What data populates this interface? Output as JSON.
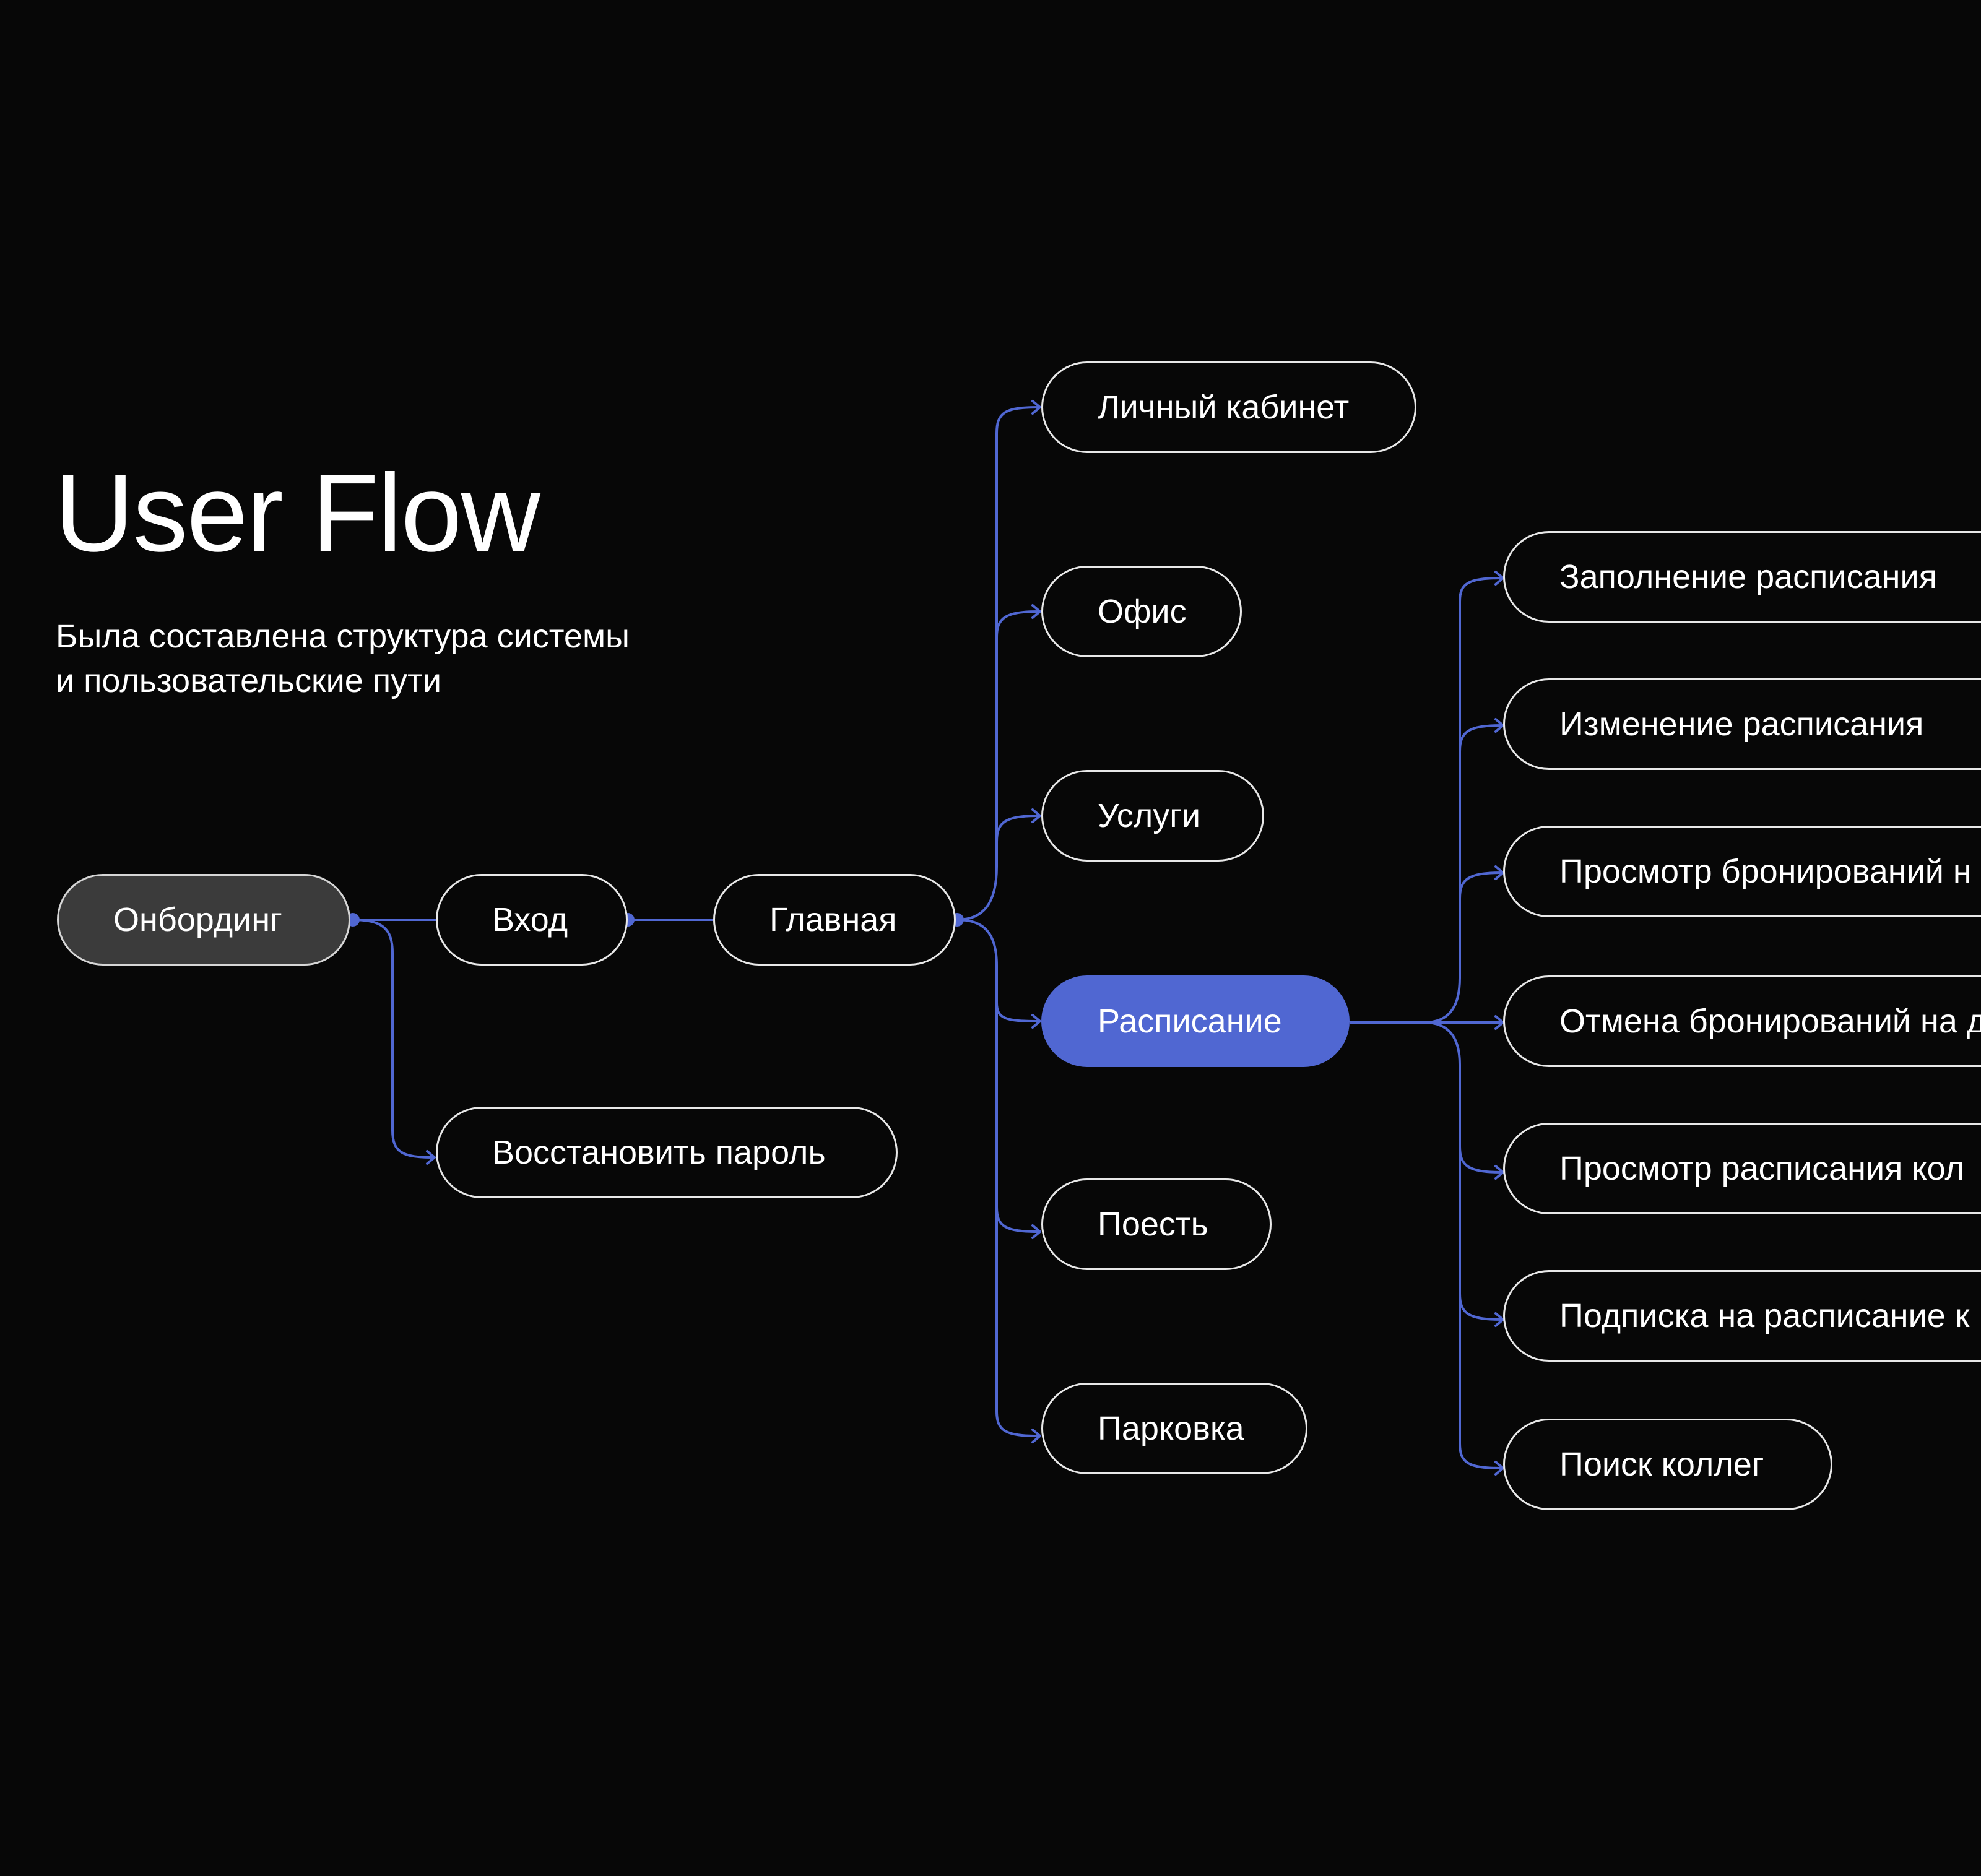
{
  "title": "User Flow",
  "subtitle": {
    "line1": "Была составлена структура системы",
    "line2": "и пользовательские пути"
  },
  "accent_color": "#5067d2",
  "start_node_color": "#3b3b3b",
  "background_color": "#070707",
  "nodes": {
    "onboarding": "Онбординг",
    "login": "Вход",
    "main": "Главная",
    "restore_password": "Восстановить пароль",
    "account": "Личный кабинет",
    "office": "Офис",
    "services": "Услуги",
    "schedule": "Расписание",
    "eat": "Поесть",
    "parking": "Парковка",
    "fill_schedule": "Заполнение расписания",
    "edit_schedule": "Изменение расписания",
    "view_bookings": "Просмотр бронирований н",
    "cancel_bookings": "Отмена бронирований на д",
    "view_colleague_schedule": "Просмотр расписания кол",
    "subscribe_schedule": "Подписка на расписание к",
    "find_colleagues": "Поиск коллег"
  }
}
